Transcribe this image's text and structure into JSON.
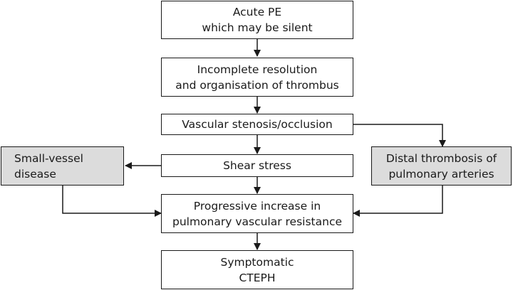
{
  "nodes": {
    "acute_pe": {
      "line1": "Acute PE",
      "line2": "which may be silent"
    },
    "incomplete_resolution": {
      "line1": "Incomplete resolution",
      "line2": "and organisation of thrombus"
    },
    "vascular_stenosis": {
      "line1": "Vascular stenosis/occlusion"
    },
    "shear_stress": {
      "line1": "Shear stress"
    },
    "small_vessel": {
      "line1": "Small-vessel",
      "line2": "disease"
    },
    "distal_thrombosis": {
      "line1": "Distal thrombosis of",
      "line2": "pulmonary arteries"
    },
    "progressive_increase": {
      "line1": "Progressive increase in",
      "line2": "pulmonary vascular resistance"
    },
    "symptomatic": {
      "line1": "Symptomatic",
      "line2": "CTEPH"
    }
  },
  "colors": {
    "stroke": "#1a1a1a",
    "side_box_fill": "#dcdcdc",
    "main_box_fill": "#ffffff"
  }
}
